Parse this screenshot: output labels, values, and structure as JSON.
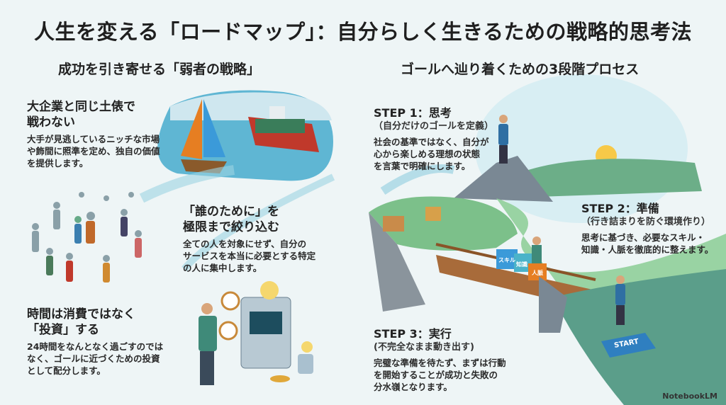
{
  "title": "人生を変える「ロードマップ」：自分らしく生きるための戦略的思考法",
  "left": {
    "subtitle": "成功を引き寄せる「弱者の戦略」",
    "items": [
      {
        "heading": [
          "大企業と同じ土俵で",
          "戦わない"
        ],
        "body": [
          "大手が見逃しているニッチな市場",
          "や飾間に照準を定め、独自の価値",
          "を提供します。"
        ]
      },
      {
        "heading": [
          "「誰のために」を",
          "極限まで絞り込む"
        ],
        "body": [
          "全ての人を対象にせず、自分の",
          "サービスを本当に必要とする特定",
          "の人に集中します。"
        ]
      },
      {
        "heading": [
          "時間は消費ではなく",
          "「投資」する"
        ],
        "body": [
          "24時間をなんとなく過ごすのでは",
          "なく、ゴールに近づくための投資",
          "として配分します。"
        ]
      }
    ]
  },
  "right": {
    "subtitle": "ゴールへ辿り着くための3段階プロセス",
    "steps": [
      {
        "heading": "STEP 1：思考",
        "sub": "（自分だけのゴールを定義）",
        "body": [
          "社会の基準ではなく、自分が",
          "心から楽しめる理想の状態",
          "を言葉で明確にします。"
        ]
      },
      {
        "heading": "STEP 2：準備",
        "sub": "（行き詰まりを防ぐ環境作り）",
        "body": [
          "思考に基づき、必要なスキル・",
          "知識・人脈を徹底的に整えます。"
        ]
      },
      {
        "heading": "STEP 3：実行",
        "sub": "(不完全なまま動き出す)",
        "body": [
          "完璧な準備を待たず、まずは行動",
          "を開始することが成功と失敗の",
          "分水嶺となります。"
        ]
      }
    ],
    "boxes": [
      "スキル",
      "知識",
      "人脈"
    ],
    "start_sign": "START"
  },
  "watermark": "NotebookLM"
}
